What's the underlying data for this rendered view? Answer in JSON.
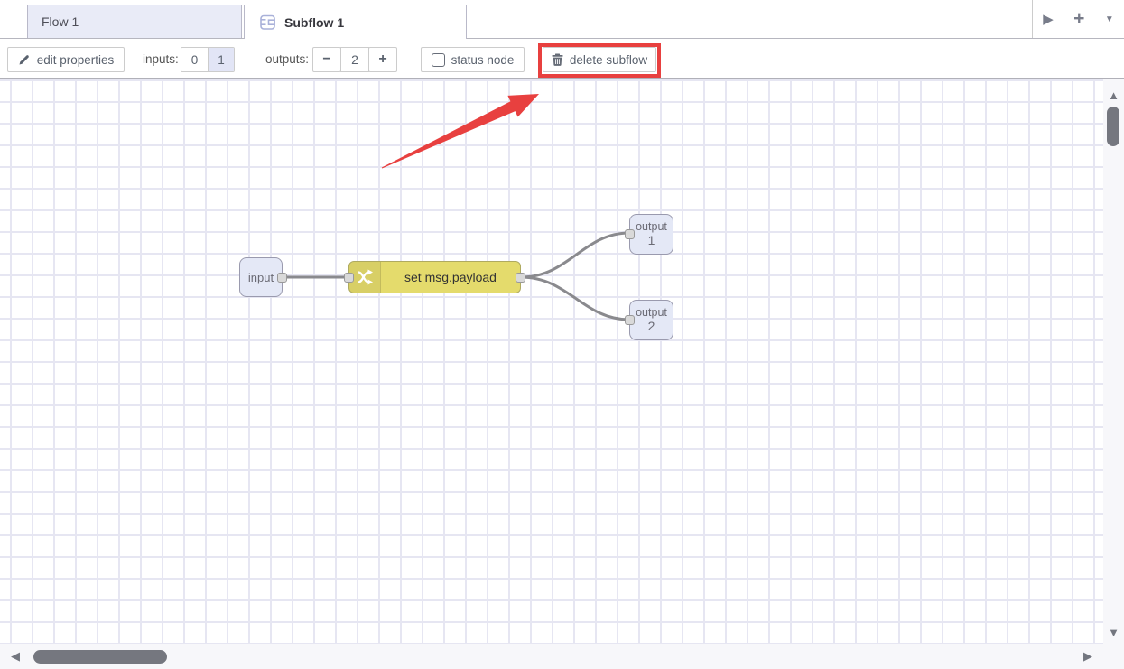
{
  "tabbar": {
    "flow_tab": "Flow 1",
    "subflow_tab": "Subflow 1"
  },
  "icons": {
    "tab_scroll_right": "▶",
    "add_flow": "+",
    "tab_menu_caret": "▼",
    "scroll_up": "▲",
    "scroll_down": "▼",
    "scroll_left": "◀",
    "scroll_right": "▶"
  },
  "toolbar": {
    "edit_properties_label": "edit properties",
    "inputs_label": "inputs:",
    "inputs_option_0": "0",
    "inputs_option_1": "1",
    "inputs_selected": "1",
    "outputs_label": "outputs:",
    "outputs_minus": "−",
    "outputs_value": "2",
    "outputs_plus": "+",
    "status_node_label": "status node",
    "status_node_checked": false,
    "delete_subflow_label": "delete subflow"
  },
  "canvas": {
    "nodes": {
      "input": {
        "label": "input"
      },
      "change": {
        "label": "set msg.payload"
      },
      "output1": {
        "label": "output",
        "number": "1"
      },
      "output2": {
        "label": "output",
        "number": "2"
      }
    }
  },
  "annotation": {
    "highlight_color": "#e8403f",
    "highlighted_control": "delete subflow"
  },
  "colors": {
    "change_node_fill": "#e4db6c",
    "port_node_fill": "#e4e8f6",
    "inactive_tab_fill": "#e9ebf7",
    "selected_toggle_fill": "#e2e5f6",
    "wire": "#8a8a8e",
    "grid_line": "#e6e6f2"
  }
}
